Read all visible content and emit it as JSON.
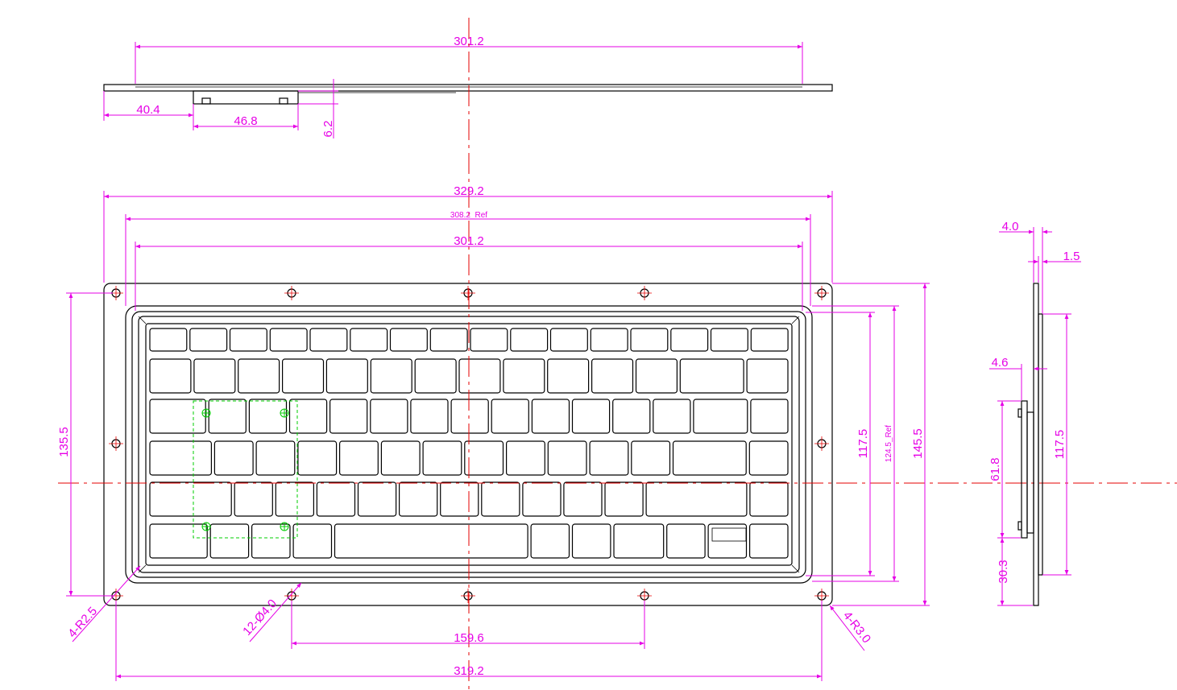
{
  "colors": {
    "outline": "#000000",
    "dimension": "#e600e6",
    "centerline": "#e60000",
    "mount": "#00cc00",
    "background": "#ffffff"
  },
  "top_view": {
    "overall_plate_width": "301.2",
    "edge_offset": "40.4",
    "bracket_width": "46.8",
    "bracket_height": "6.2"
  },
  "front_view": {
    "overall_width": "329.2",
    "inner_width_ref": "308.2_Ref",
    "keyboard_width": "301.2",
    "left_height": "135.5",
    "right_inner_height": "117.5",
    "right_ref_height": "124.5_Ref",
    "overall_height": "145.5",
    "hole_spacing_bottom": "159.6",
    "hole_span_bottom": "319.2",
    "corner_radius_left": "4-R2.5",
    "holes_note": "12-Ø4.0",
    "corner_radius_right": "4-R3.0"
  },
  "side_view": {
    "total_thickness": "4.0",
    "plate_thickness": "1.5",
    "bracket_depth": "4.6",
    "keyboard_height": "117.5",
    "bracket_height": "61.8",
    "bracket_offset": "30.3"
  },
  "keyboard": {
    "rows": [
      [
        1,
        1,
        1,
        1,
        1,
        1,
        1,
        1,
        1,
        1,
        1,
        1,
        1,
        1,
        1,
        1
      ],
      [
        1,
        1,
        1,
        1,
        1,
        1,
        1,
        1,
        1,
        1,
        1,
        1,
        1.55,
        1
      ],
      [
        1.5,
        1,
        1,
        1,
        1,
        1,
        1,
        1,
        1,
        1,
        1,
        1,
        1,
        1.45,
        1
      ],
      [
        1.6,
        1,
        1,
        1,
        1,
        1,
        1,
        1,
        1,
        1,
        1,
        1,
        1.9,
        1
      ],
      [
        2.15,
        1,
        1,
        1,
        1,
        1,
        1,
        1,
        1,
        1,
        1,
        2.65,
        1
      ],
      [
        1.5,
        1,
        1,
        1,
        5.05,
        1,
        1,
        1.3,
        1,
        1,
        1
      ]
    ]
  }
}
